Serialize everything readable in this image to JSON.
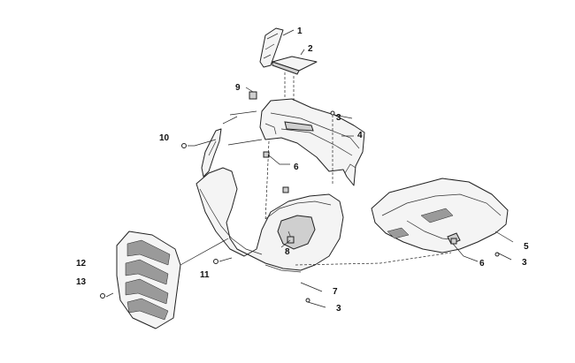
{
  "callouts": [
    {
      "id": "c1",
      "label": "1"
    },
    {
      "id": "c2",
      "label": "2"
    },
    {
      "id": "c3a",
      "label": "3"
    },
    {
      "id": "c4",
      "label": "4"
    },
    {
      "id": "c9",
      "label": "9"
    },
    {
      "id": "c10",
      "label": "10"
    },
    {
      "id": "c6a",
      "label": "6"
    },
    {
      "id": "c5",
      "label": "5"
    },
    {
      "id": "c3b",
      "label": "3"
    },
    {
      "id": "c6b",
      "label": "6"
    },
    {
      "id": "c8",
      "label": "8"
    },
    {
      "id": "c12",
      "label": "12"
    },
    {
      "id": "c13",
      "label": "13"
    },
    {
      "id": "c11",
      "label": "11"
    },
    {
      "id": "c7",
      "label": "7"
    },
    {
      "id": "c3c",
      "label": "3"
    }
  ]
}
